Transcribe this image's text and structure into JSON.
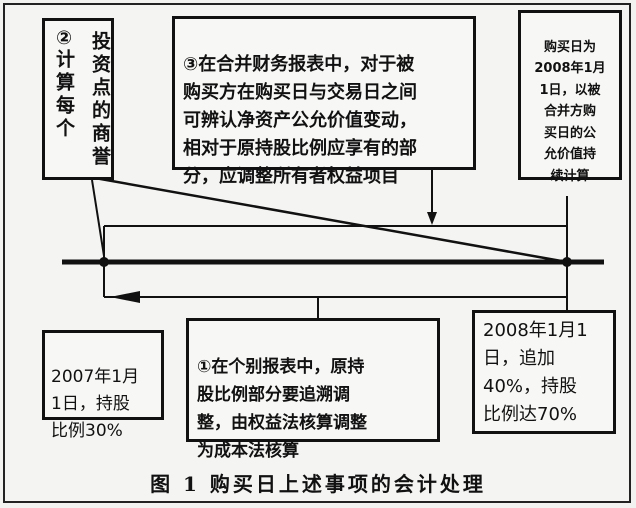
{
  "boxes": {
    "goodwill": {
      "marker": "②",
      "col1": "计算每个",
      "col2": "投资点的商誉"
    },
    "top_note": {
      "text": "③在合并财务报表中，对于被\n购买方在购买日与交易日之间\n可辨认净资产公允价值变动，\n相对于原持股比例应享有的部\n分，应调整所有者权益项目"
    },
    "purchase_date": {
      "text": "购买日为\n2008年1月\n1日，以被\n合并方购\n买日的公\n允价值持\n续计算"
    },
    "date_2007": {
      "text": "2007年1月\n1日，持股\n比例30%"
    },
    "separate_statement": {
      "text": "①在个别报表中，原持\n股比例部分要追溯调\n整，由权益法核算调整\n为成本法核算"
    },
    "date_2008": {
      "line1": "2008年1月1",
      "line2": "日，追加",
      "line3": "40%，持股",
      "line4_prefix": "比例达",
      "line4_value": "70%"
    }
  },
  "caption": "图 1   购买日上述事项的会计处理"
}
